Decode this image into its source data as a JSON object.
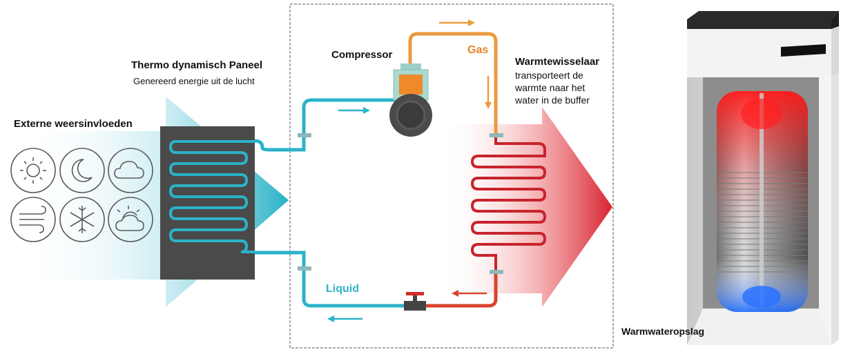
{
  "labels": {
    "external": "Externe weersinvloeden",
    "panel_title": "Thermo dynamisch Paneel",
    "panel_subtitle": "Genereerd energie uit de lucht",
    "compressor": "Compressor",
    "gas": "Gas",
    "liquid": "Liquid",
    "exchanger_title": "Warmtewisselaar",
    "exchanger_desc": [
      "transporteert de",
      "warmte naar het",
      "water in de buffer"
    ],
    "storage": "Warmwateropslag"
  },
  "weather_icons": [
    "sun-icon",
    "moon-icon",
    "cloud-icon",
    "wind-icon",
    "snowflake-icon",
    "sun-cloud-icon"
  ],
  "colors": {
    "cold_line": "#2bb3c9",
    "hot_line": "#c8232c",
    "gas_line": "#eb9a3c",
    "panel": "#4a4a4a",
    "compressor_body": "#ee8a2a",
    "gas_text": "#e8852a",
    "liquid_text": "#2bb3c9"
  }
}
